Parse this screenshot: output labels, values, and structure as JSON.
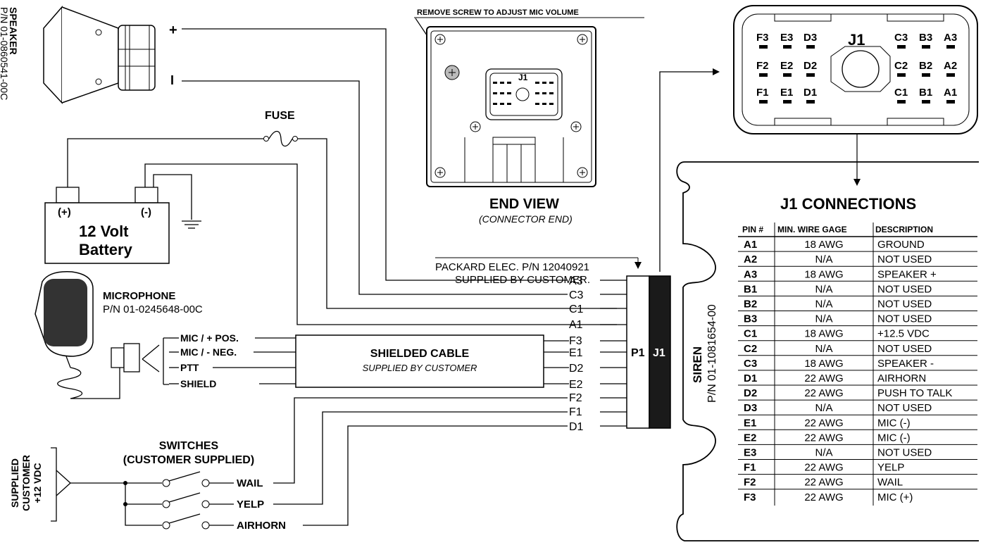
{
  "speaker": {
    "title": "SPEAKER",
    "part": "P/N 01-0860541-00C",
    "plus": "+",
    "minus": "I"
  },
  "note": {
    "remove_screw": "REMOVE SCREW TO ADJUST MIC VOLUME"
  },
  "end_view": {
    "title": "END VIEW",
    "subtitle": "(CONNECTOR END)",
    "j1": "J1"
  },
  "fuse": {
    "label": "FUSE"
  },
  "battery": {
    "plus": "(+)",
    "minus": "(-)",
    "line1": "12 Volt",
    "line2": "Battery"
  },
  "microphone": {
    "title": "MICROPHONE",
    "part": "P/N 01-0245648-00C"
  },
  "mic_wires": [
    "MIC / + POS.",
    "MIC / - NEG.",
    "PTT",
    "SHIELD"
  ],
  "cable": {
    "title": "SHIELDED CABLE",
    "subtitle": "SUPPLIED BY CUSTOMER"
  },
  "packard": {
    "line1": "PACKARD ELEC. P/N 12040921",
    "line2": "SUPPLIED BY CUSTOMER."
  },
  "pin_labels": [
    "A3",
    "C3",
    "C1",
    "A1",
    "F3",
    "E1",
    "D2",
    "E2",
    "F2",
    "F1",
    "D1"
  ],
  "plug": {
    "p1": "P1",
    "j1": "J1"
  },
  "siren": {
    "title": "SIREN",
    "part": "P/N 01-1081654-00"
  },
  "switches": {
    "title1": "SWITCHES",
    "title2": "(CUSTOMER SUPPLIED)",
    "items": [
      "WAIL",
      "YELP",
      "AIRHORN"
    ]
  },
  "customer_supply": {
    "line1": "+12 VDC",
    "line2": "CUSTOMER",
    "line3": "SUPPLIED"
  },
  "connector": {
    "label": "J1",
    "row3": [
      "F3",
      "E3",
      "D3",
      "C3",
      "B3",
      "A3"
    ],
    "row2": [
      "F2",
      "E2",
      "D2",
      "C2",
      "B2",
      "A2"
    ],
    "row1": [
      "F1",
      "E1",
      "D1",
      "C1",
      "B1",
      "A1"
    ]
  },
  "table": {
    "title": "J1 CONNECTIONS",
    "headers": [
      "PIN #",
      "MIN. WIRE GAGE",
      "DESCRIPTION"
    ],
    "rows": [
      [
        "A1",
        "18 AWG",
        "GROUND"
      ],
      [
        "A2",
        "N/A",
        "NOT USED"
      ],
      [
        "A3",
        "18 AWG",
        "SPEAKER +"
      ],
      [
        "B1",
        "N/A",
        "NOT USED"
      ],
      [
        "B2",
        "N/A",
        "NOT USED"
      ],
      [
        "B3",
        "N/A",
        "NOT USED"
      ],
      [
        "C1",
        "18 AWG",
        "+12.5 VDC"
      ],
      [
        "C2",
        "N/A",
        "NOT USED"
      ],
      [
        "C3",
        "18 AWG",
        "SPEAKER -"
      ],
      [
        "D1",
        "22 AWG",
        "AIRHORN"
      ],
      [
        "D2",
        "22 AWG",
        "PUSH TO TALK"
      ],
      [
        "D3",
        "N/A",
        "NOT USED"
      ],
      [
        "E1",
        "22 AWG",
        "MIC (-)"
      ],
      [
        "E2",
        "22 AWG",
        "MIC (-)"
      ],
      [
        "E3",
        "N/A",
        "NOT USED"
      ],
      [
        "F1",
        "22 AWG",
        "YELP"
      ],
      [
        "F2",
        "22 AWG",
        "WAIL"
      ],
      [
        "F3",
        "22 AWG",
        "MIC (+)"
      ]
    ]
  }
}
